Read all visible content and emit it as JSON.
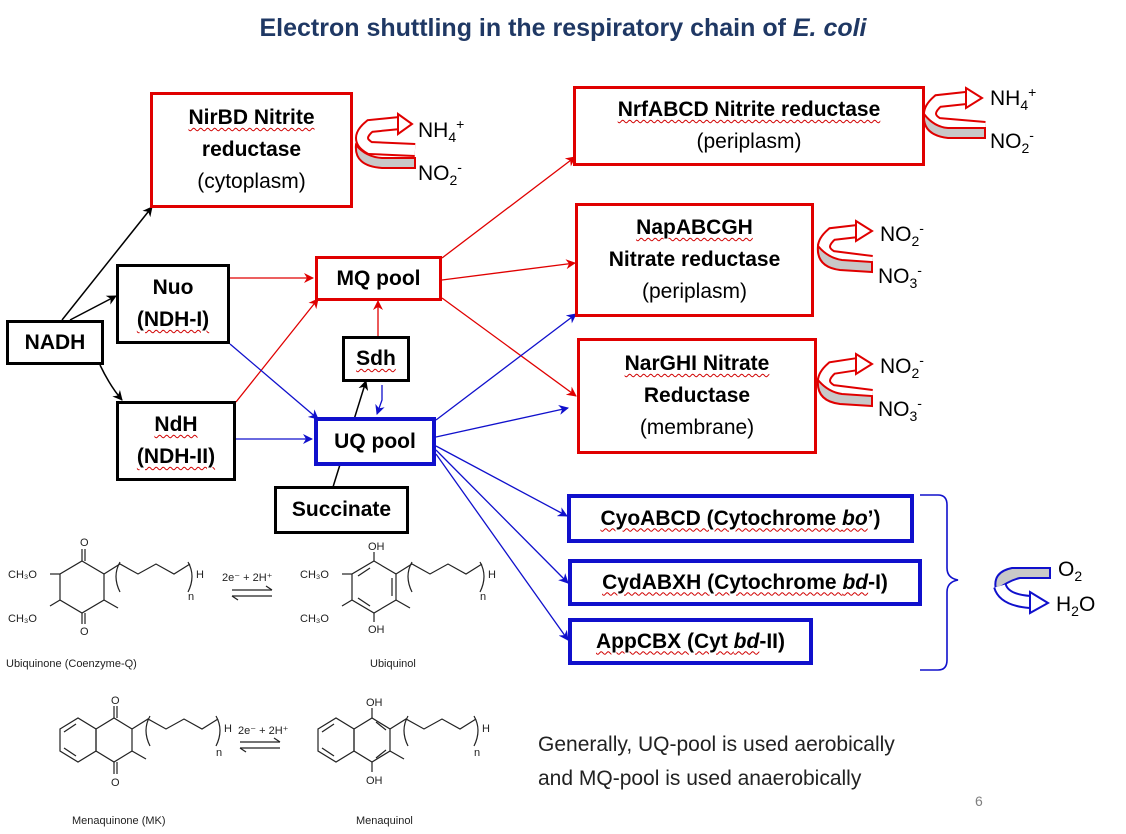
{
  "title": {
    "main": "Electron shuttling in the respiratory chain of ",
    "italic": "E. coli"
  },
  "nodes": {
    "nadh": "NADH",
    "nuo": {
      "l1": "Nuo",
      "l2": "(NDH-I)"
    },
    "ndh": {
      "l1": "NdH",
      "l2": "(NDH-II)"
    },
    "mq": "MQ pool",
    "uq": "UQ pool",
    "sdh": "Sdh",
    "succinate": "Succinate",
    "nirbd": {
      "l1": "NirBD Nitrite",
      "l2": "reductase",
      "l3": "(cytoplasm)"
    },
    "nrf": {
      "l1": "NrfABCD Nitrite reductase",
      "l2": "(periplasm)"
    },
    "nap": {
      "l1": "NapABCGH",
      "l2": "Nitrate reductase",
      "l3": "(periplasm)"
    },
    "nar": {
      "l1": "NarGHI Nitrate",
      "l2": "Reductase",
      "l3": "(membrane)"
    },
    "cyo": {
      "pre": "CyoABCD (Cytochrome ",
      "it": "bo",
      "post": "’)"
    },
    "cyd": {
      "pre": "CydABXH (Cytochrome ",
      "it": "bd",
      "post": "-I)"
    },
    "app": {
      "pre": "AppCBX (Cyt ",
      "it": "bd",
      "post": "-II)"
    }
  },
  "products": {
    "nirbd": {
      "top_base": "NH",
      "top_sub": "4",
      "top_sup": "+",
      "bot_base": "NO",
      "bot_sub": "2",
      "bot_sup": "-"
    },
    "nrf": {
      "top_base": "NH",
      "top_sub": "4",
      "top_sup": "+",
      "bot_base": "NO",
      "bot_sub": "2",
      "bot_sup": "-"
    },
    "nap": {
      "top_base": "NO",
      "top_sub": "2",
      "top_sup": "-",
      "bot_base": "NO",
      "bot_sub": "3",
      "bot_sup": "-"
    },
    "nar": {
      "top_base": "NO",
      "top_sub": "2",
      "top_sup": "-",
      "bot_base": "NO",
      "bot_sub": "3",
      "bot_sup": "-"
    },
    "oxygen": {
      "top_base": "O",
      "top_sub": "2",
      "bot_pre": "H",
      "bot_sub": "2",
      "bot_base": "O"
    }
  },
  "chemistry": {
    "ubiquinone": "Ubiquinone (Coenzyme-Q)",
    "ubiquinol": "Ubiquinol",
    "menaquinone": "Menaquinone (MK)",
    "menaquinol": "Menaquinol",
    "reaction": "2e⁻ + 2H⁺",
    "ch3o": "CH₃O",
    "oh": "OH",
    "o": "O",
    "h": "H",
    "n": "n"
  },
  "note": {
    "l1": "Generally, UQ-pool is used aerobically",
    "l2": "and  MQ-pool is used anaerobically"
  },
  "page_number": "6",
  "colors": {
    "title": "#1f3864",
    "red": "#e00000",
    "blue": "#1010cc",
    "black": "#000000",
    "shade": "#c8c8c8"
  }
}
